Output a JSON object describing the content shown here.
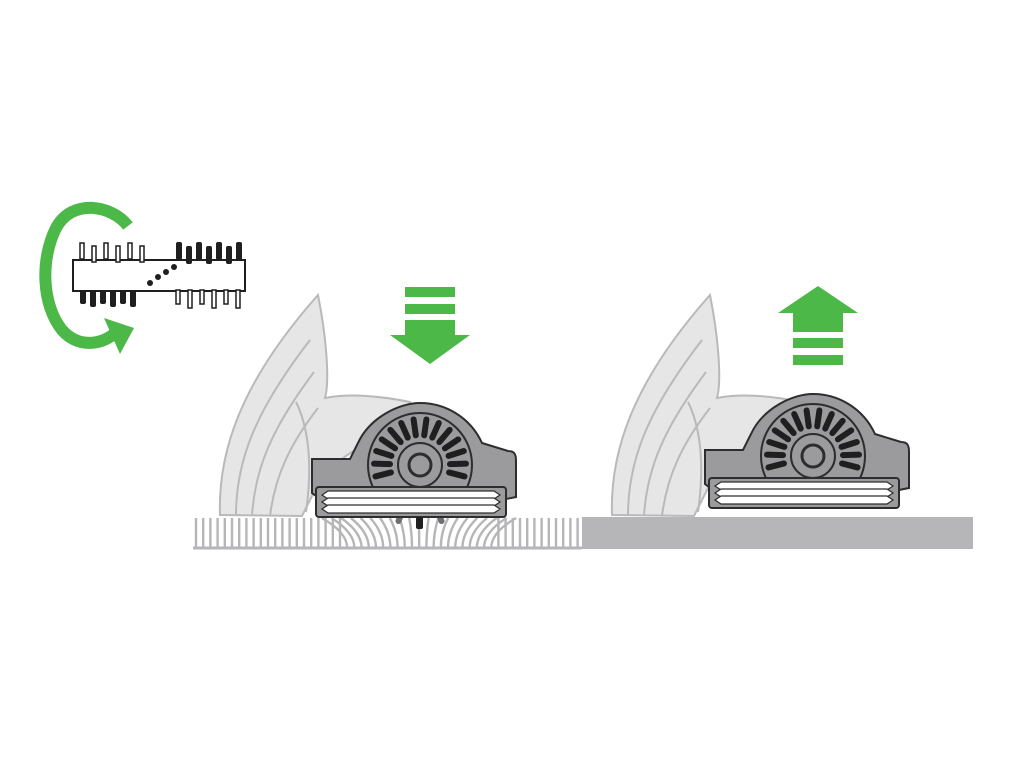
{
  "colors": {
    "accent_green": "#4cb848",
    "head_fill": "#9b9b9d",
    "head_stroke": "#2d2d2d",
    "bristle": "#1f1f1f",
    "bristle_hidden": "#6f6f71",
    "body_fill": "#e6e6e7",
    "body_stroke": "#b9b9bb",
    "floor_fill": "#b6b6b8",
    "background": "#ffffff"
  },
  "icons": {
    "rotation": "rotate-arrow-icon",
    "brush_bar": "brush-bar-icon",
    "lower": "arrow-down-icon",
    "raise": "arrow-up-icon"
  },
  "panels": [
    {
      "id": "carpet",
      "floor": "carpet",
      "direction": "down"
    },
    {
      "id": "hard-floor",
      "floor": "hard",
      "direction": "up"
    }
  ]
}
